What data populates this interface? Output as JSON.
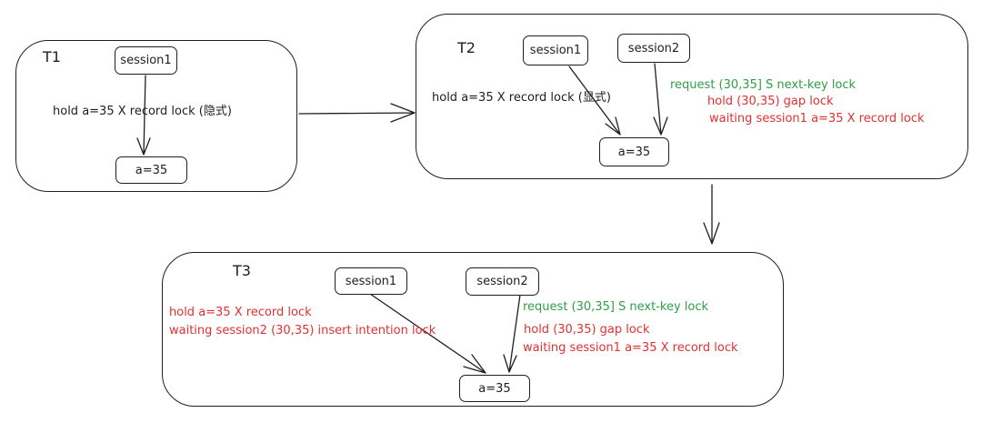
{
  "colors": {
    "stroke": "#1e1e1e",
    "green": "#2f9e44",
    "red": "#e03131"
  },
  "t1": {
    "title": "T1",
    "session": "session1",
    "target": "a=35",
    "edge_label": "hold a=35 X record lock (隐式)"
  },
  "t2": {
    "title": "T2",
    "session1": "session1",
    "session2": "session2",
    "target": "a=35",
    "s1_label": "hold a=35 X record lock (显式)",
    "s2_request": "request (30,35] S next-key lock",
    "s2_hold": "hold (30,35) gap lock",
    "s2_waiting": "waiting session1 a=35 X record lock"
  },
  "t3": {
    "title": "T3",
    "session1": "session1",
    "session2": "session2",
    "target": "a=35",
    "s1_hold": "hold a=35 X record lock",
    "s1_waiting": "waiting session2 (30,35) insert intention lock",
    "s2_request": "request (30,35] S next-key lock",
    "s2_hold": "hold (30,35) gap lock",
    "s2_waiting": "waiting session1 a=35 X record lock"
  }
}
